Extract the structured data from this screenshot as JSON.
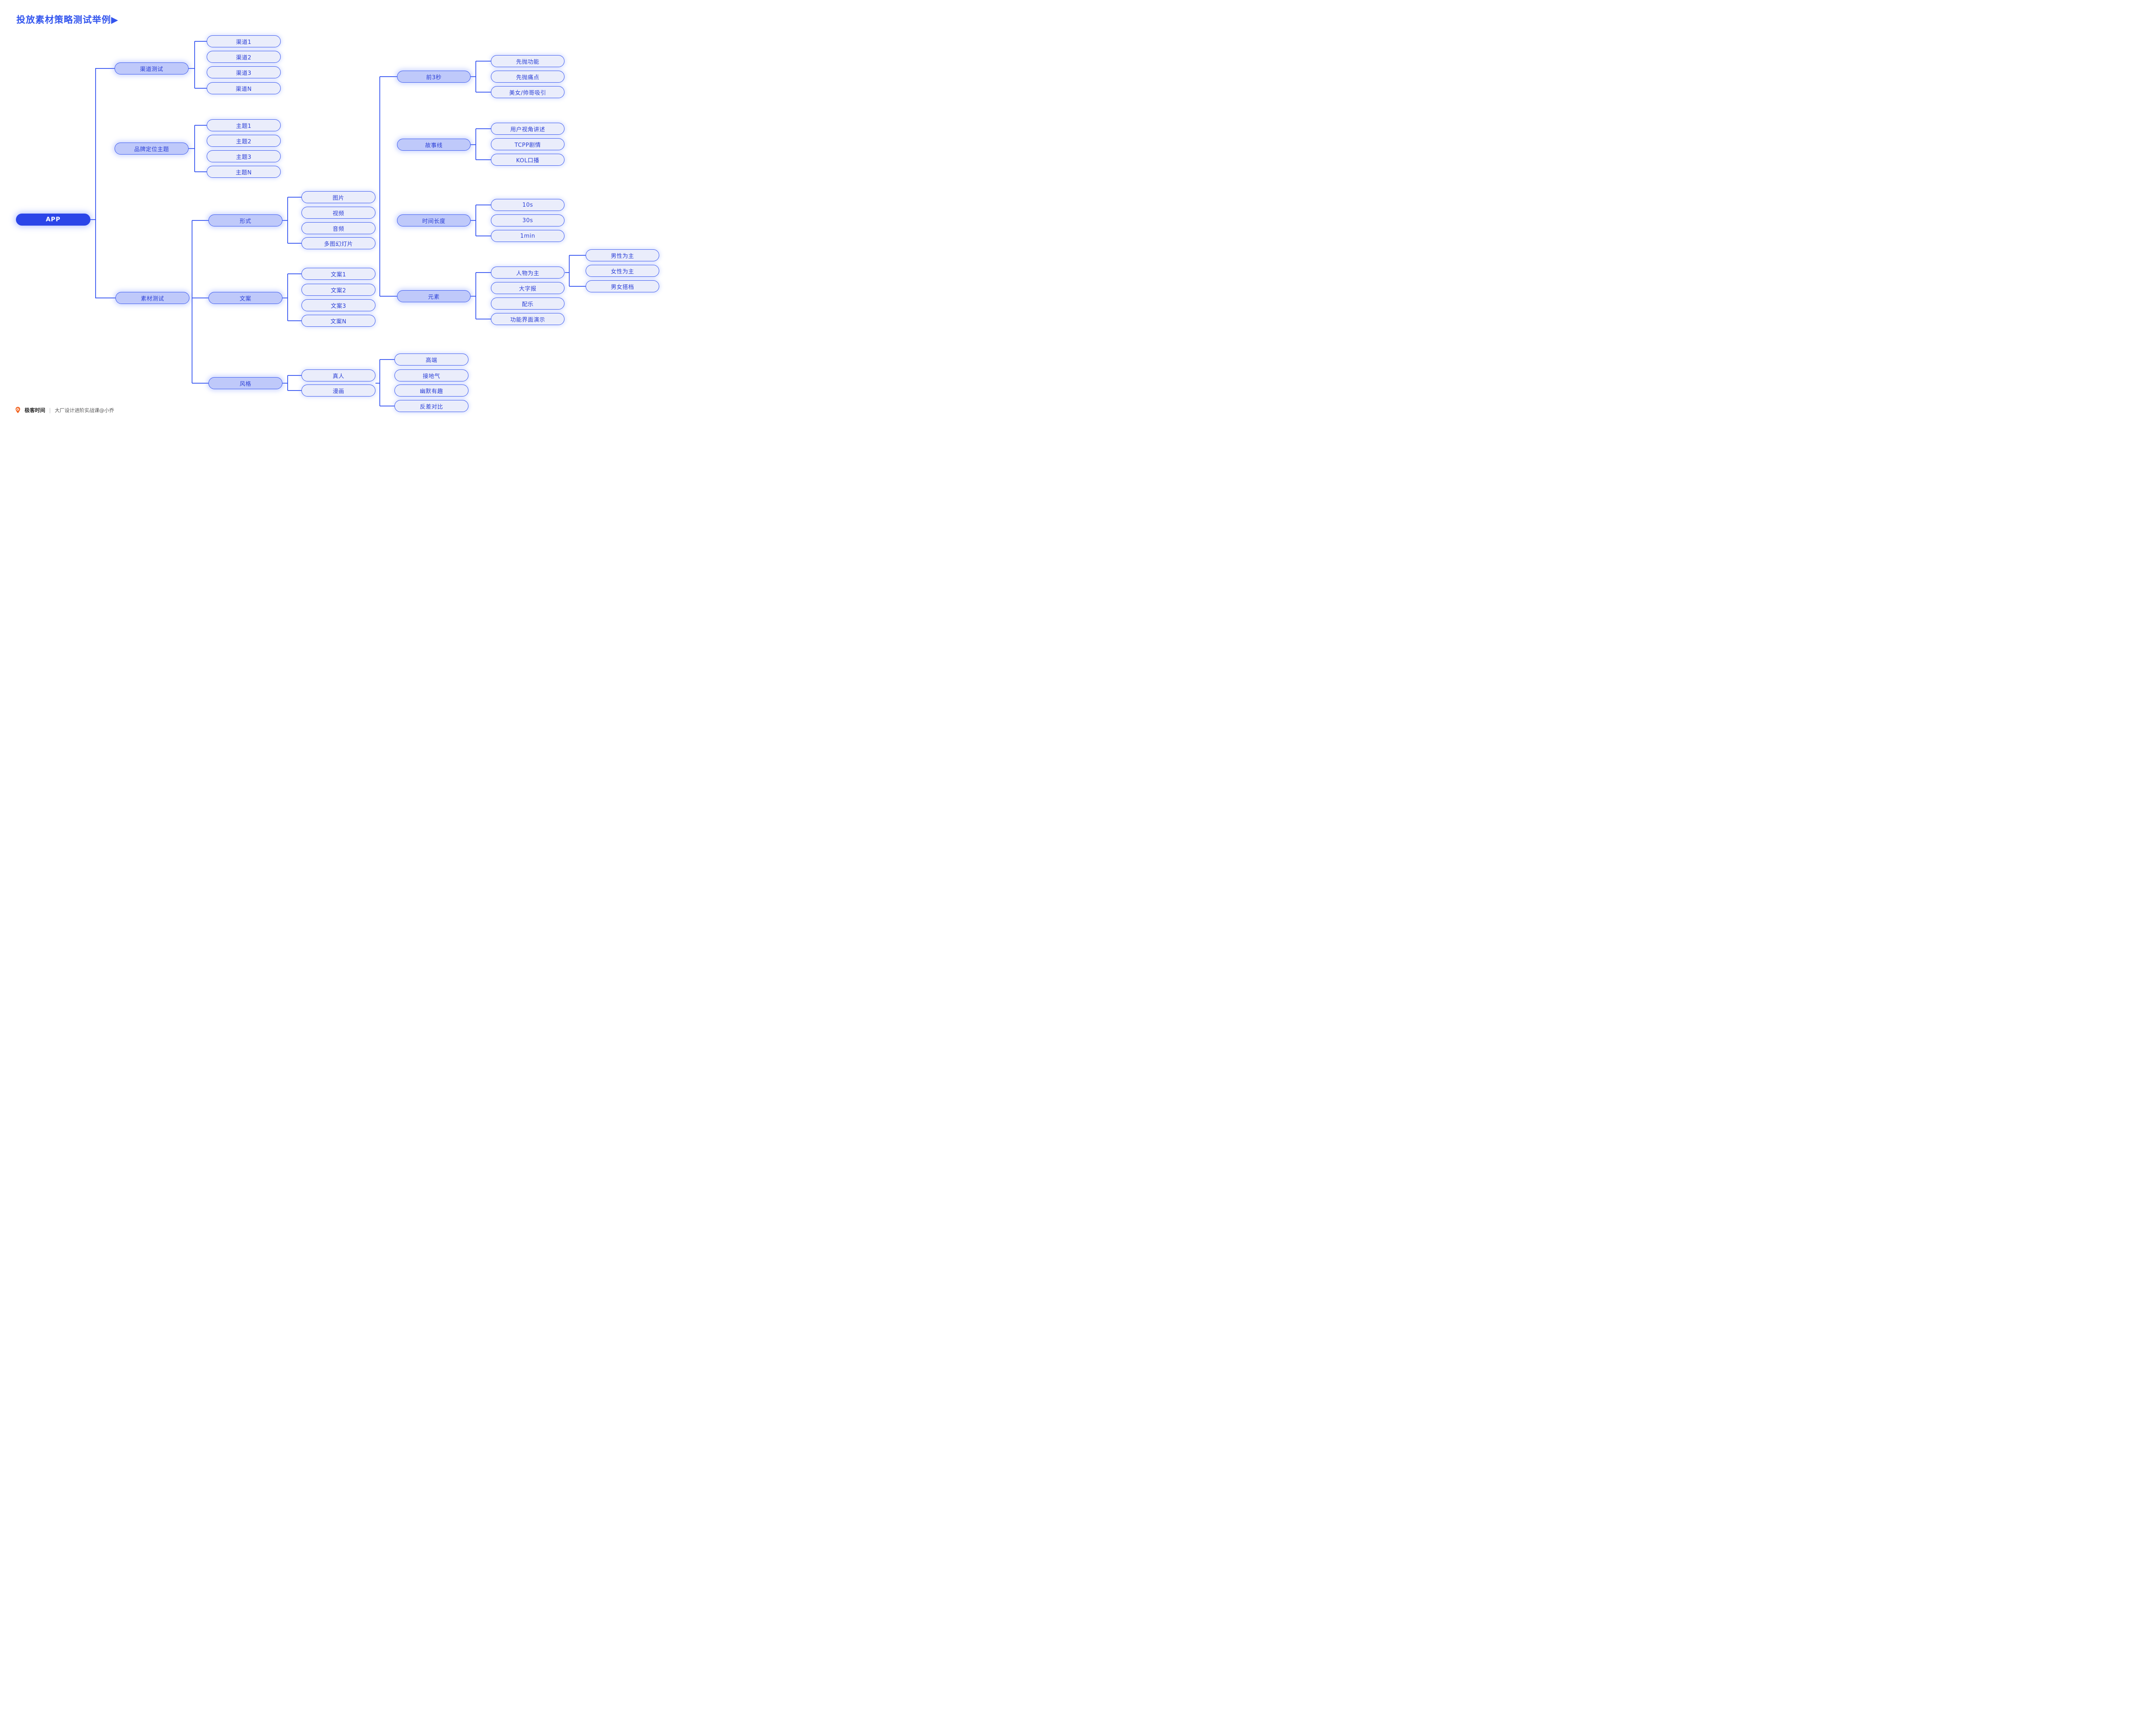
{
  "title": "投放素材策略测试举例▶",
  "colors": {
    "accent": "#2B45E8",
    "node_border": "#3D5BF0",
    "node_text": "#2B3FD6",
    "branch_fill": "#BFC9FA",
    "leaf_fill": "#EAEDFB",
    "root_fill": "#2B45E8",
    "connector": "#2B4CF0",
    "logo_orange": "#F26522"
  },
  "root": {
    "label": "APP"
  },
  "nodes": {
    "channel_test": "渠道测试",
    "channel_1": "渠道1",
    "channel_2": "渠道2",
    "channel_3": "渠道3",
    "channel_n": "渠道N",
    "brand_theme": "品牌定位主题",
    "theme_1": "主题1",
    "theme_2": "主题2",
    "theme_3": "主题3",
    "theme_n": "主题N",
    "material_test": "素材测试",
    "format": "形式",
    "format_image": "图片",
    "format_video": "视频",
    "format_audio": "音频",
    "format_slides": "多图幻灯片",
    "copy": "文案",
    "copy_1": "文案1",
    "copy_2": "文案2",
    "copy_3": "文案3",
    "copy_n": "文案N",
    "style": "风格",
    "style_real": "真人",
    "style_comic": "漫画",
    "style_highend": "高端",
    "style_grounded": "接地气",
    "style_humor": "幽默有趣",
    "style_contrast": "反差对比",
    "first3s": "前3秒",
    "first3s_feature": "先抛功能",
    "first3s_painpoint": "先抛痛点",
    "first3s_attract": "美女/帅哥吸引",
    "storyline": "故事线",
    "storyline_user": "用户视角讲述",
    "storyline_tcpp": "TCPP剧情",
    "storyline_kol": "KOL口播",
    "duration": "时间长度",
    "duration_10s": "10s",
    "duration_30s": "30s",
    "duration_1min": "1min",
    "element": "元素",
    "element_people": "人物为主",
    "element_poster": "大字报",
    "element_music": "配乐",
    "element_uidemo": "功能界面演示",
    "element_male": "男性为主",
    "element_female": "女性为主",
    "element_pair": "男女搭档"
  },
  "footer": {
    "brand": "极客时间",
    "separator": "|",
    "course": "大厂设计进阶实战课@小乔"
  },
  "tree_data": {
    "type": "mindmap",
    "root": "APP",
    "branches": [
      {
        "label": "渠道测试",
        "children": [
          "渠道1",
          "渠道2",
          "渠道3",
          "渠道N"
        ]
      },
      {
        "label": "品牌定位主题",
        "children": [
          "主题1",
          "主题2",
          "主题3",
          "主题N"
        ]
      },
      {
        "label": "素材测试",
        "children": [
          {
            "label": "形式",
            "children": [
              "图片",
              "视频",
              "音频",
              "多图幻灯片"
            ]
          },
          {
            "label": "文案",
            "children": [
              "文案1",
              "文案2",
              "文案3",
              "文案N"
            ]
          },
          {
            "label": "风格",
            "children": [
              {
                "label": "真人",
                "children": [
                  "高端",
                  "接地气",
                  "幽默有趣",
                  "反差对比"
                ]
              },
              {
                "label": "漫画",
                "children": [
                  "高端",
                  "接地气",
                  "幽默有趣",
                  "反差对比"
                ]
              }
            ]
          },
          {
            "label": "前3秒",
            "children": [
              "先抛功能",
              "先抛痛点",
              "美女/帅哥吸引"
            ]
          },
          {
            "label": "故事线",
            "children": [
              "用户视角讲述",
              "TCPP剧情",
              "KOL口播"
            ]
          },
          {
            "label": "时间长度",
            "children": [
              "10s",
              "30s",
              "1min"
            ]
          },
          {
            "label": "元素",
            "children": [
              {
                "label": "人物为主",
                "children": [
                  "男性为主",
                  "女性为主",
                  "男女搭档"
                ]
              },
              {
                "label": "大字报"
              },
              {
                "label": "配乐"
              },
              {
                "label": "功能界面演示"
              }
            ]
          }
        ]
      }
    ]
  }
}
